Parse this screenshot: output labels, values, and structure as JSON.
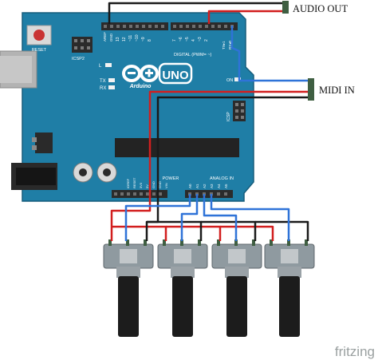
{
  "labels": {
    "audio_out": "AUDIO OUT",
    "midi_in": "MIDI IN",
    "brand": "fritzing"
  },
  "board": {
    "reset": "RESET",
    "icsp2": "ICSP2",
    "led_l": "L",
    "led_tx": "TX",
    "led_rx": "RX",
    "brand": "Arduino",
    "model": "UNO",
    "on": "ON",
    "icsp": "ICSP",
    "digital": "DIGITAL (PWM= ~)",
    "power": "POWER",
    "analog_in": "ANALOG IN",
    "aref": "AREF",
    "gnd": "GND",
    "tx": "TX▸1",
    "rx": "RX◂0",
    "digital_pins": [
      "13",
      "12",
      "~11",
      "~10",
      "~9",
      "8",
      "7",
      "~6",
      "~5",
      "4",
      "~3",
      "2"
    ],
    "power_pins": [
      "IOREF",
      "RESET",
      "3V3",
      "5V",
      "GND",
      "GND",
      "VIN"
    ],
    "analog_pins": [
      "A0",
      "A1",
      "A2",
      "A3",
      "A4",
      "A5"
    ]
  },
  "colors": {
    "board": "#1f7ea6",
    "wire_black": "#1a1a1a",
    "wire_red": "#d21e1e",
    "wire_blue": "#2f73d8",
    "header": "#2b2b2b",
    "connector": "#3f5f42"
  }
}
